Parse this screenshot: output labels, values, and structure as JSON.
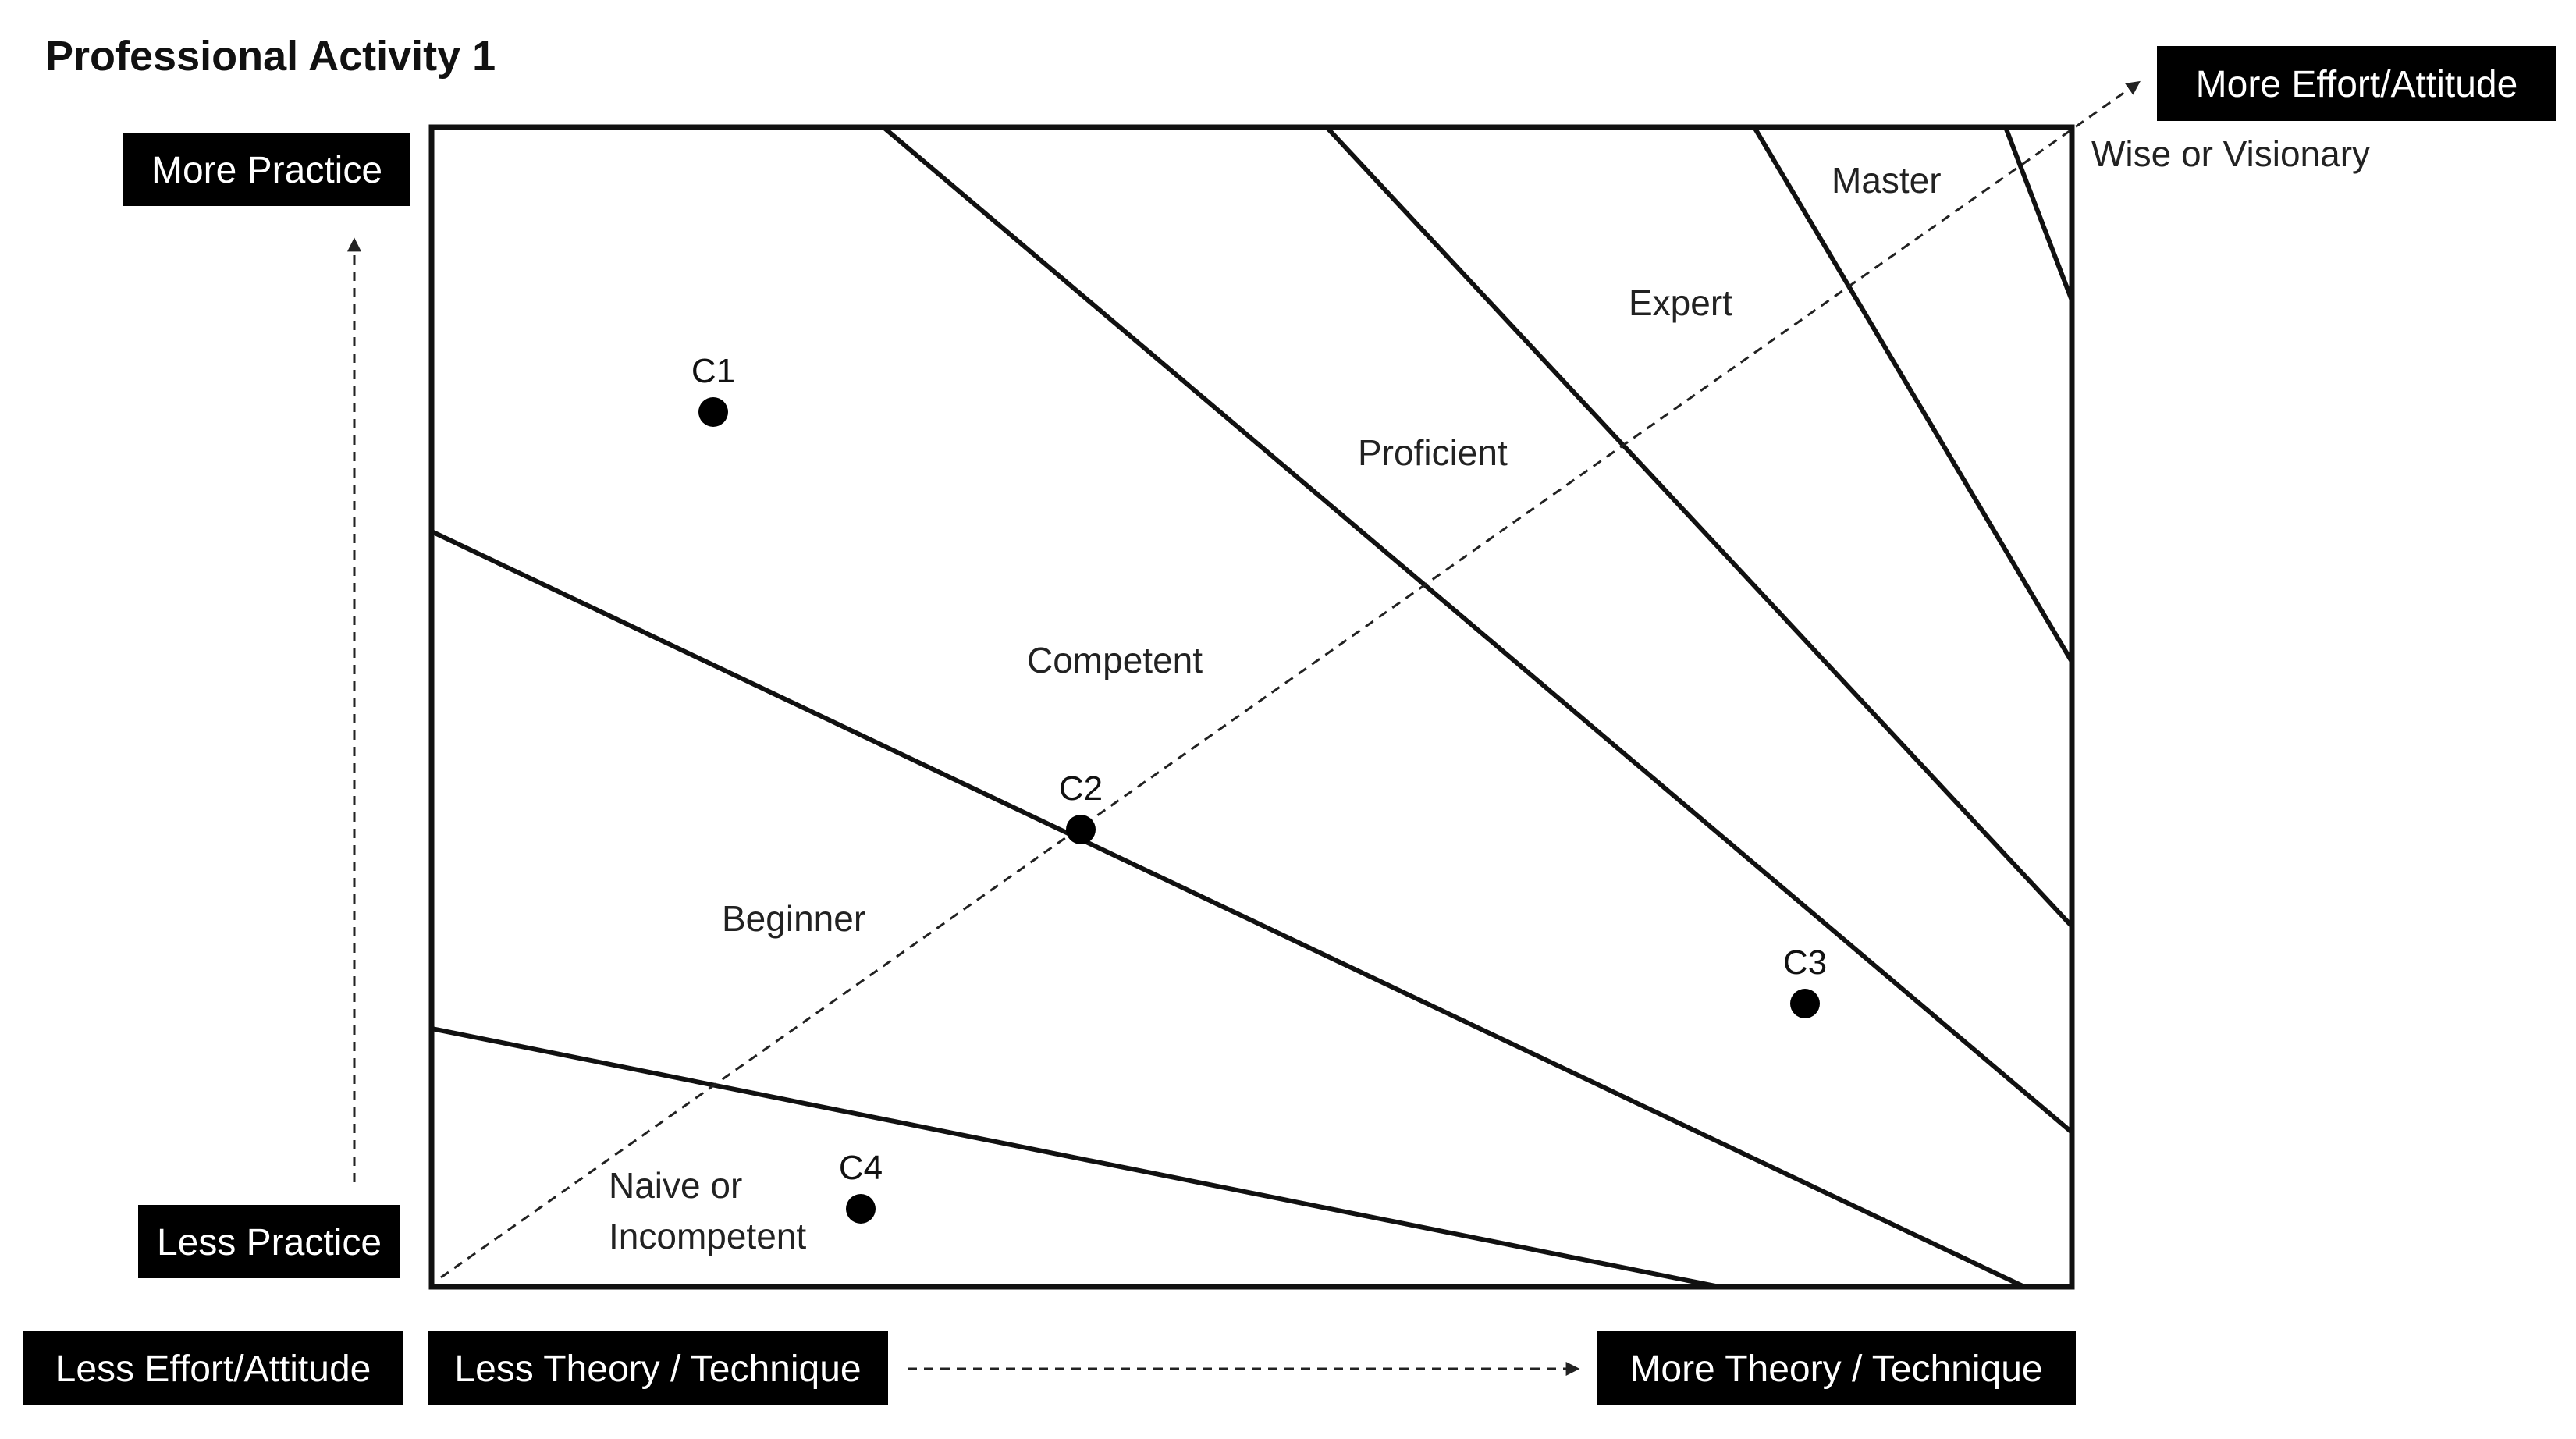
{
  "title": "Professional Activity 1",
  "axis_labels": {
    "y_high": "More Practice",
    "y_low": "Less Practice",
    "x_low": "Less Theory / Technique",
    "x_high": "More Theory / Technique",
    "diag_low": "Less Effort/Attitude",
    "diag_high": "More Effort/Attitude"
  },
  "regions": {
    "naive_line1": "Naive or",
    "naive_line2": "Incompetent",
    "beginner": "Beginner",
    "competent": "Competent",
    "proficient": "Proficient",
    "expert": "Expert",
    "master": "Master",
    "wise": "Wise or Visionary"
  },
  "points": {
    "c1": "C1",
    "c2": "C2",
    "c3": "C3",
    "c4": "C4"
  }
}
